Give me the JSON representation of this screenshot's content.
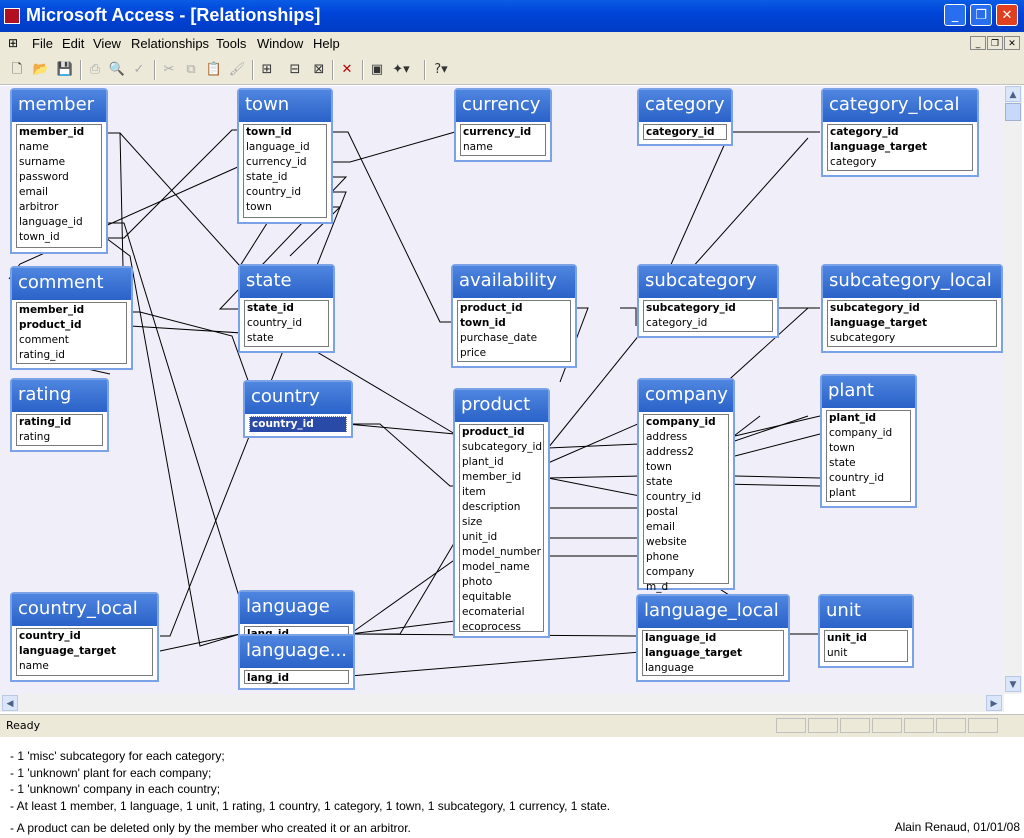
{
  "window": {
    "title": "Microsoft Access - [Relationships]",
    "min_label": "_",
    "max_label": "❐",
    "close_label": "✕"
  },
  "menu": [
    "File",
    "Edit",
    "View",
    "Relationships",
    "Tools",
    "Window",
    "Help"
  ],
  "toolbar": {
    "icons": [
      "new-icon",
      "open-icon",
      "save-icon",
      "print-icon",
      "preview-icon",
      "spelling-icon",
      "cut-icon",
      "copy-icon",
      "paste-icon",
      "format-painter-icon",
      "show-table-icon",
      "direct-relationships-icon",
      "all-relationships-icon",
      "delete-icon",
      "new-object-icon",
      "office-links-icon",
      "help-icon"
    ]
  },
  "status": {
    "text": "Ready"
  },
  "notes": [
    "- 1 'misc' subcategory for each category;",
    "- 1 'unknown' plant for each company;",
    "- 1 'unknown' company in each country;",
    "- At least 1 member, 1 language, 1 unit, 1 rating, 1 country, 1 category, 1 town, 1 subcategory, 1 currency, 1 state.",
    "- A product can be deleted only by the member who created it or an arbitror."
  ],
  "author": "Alain Renaud, 01/01/08",
  "tables": [
    {
      "name": "member",
      "fields": [
        {
          "t": "member_id",
          "k": true
        },
        {
          "t": "name"
        },
        {
          "t": "surname"
        },
        {
          "t": "password"
        },
        {
          "t": "email"
        },
        {
          "t": "arbitror"
        },
        {
          "t": "language_id"
        },
        {
          "t": "town_id"
        }
      ]
    },
    {
      "name": "town",
      "fields": [
        {
          "t": "town_id",
          "k": true
        },
        {
          "t": "language_id"
        },
        {
          "t": "currency_id"
        },
        {
          "t": "state_id"
        },
        {
          "t": "country_id"
        },
        {
          "t": "town"
        }
      ]
    },
    {
      "name": "currency",
      "fields": [
        {
          "t": "currency_id",
          "k": true
        },
        {
          "t": "name"
        }
      ]
    },
    {
      "name": "category",
      "fields": [
        {
          "t": "category_id",
          "k": true
        }
      ]
    },
    {
      "name": "category_local",
      "fields": [
        {
          "t": "category_id",
          "k": true
        },
        {
          "t": "language_target",
          "k": true
        },
        {
          "t": "category"
        }
      ]
    },
    {
      "name": "comment",
      "fields": [
        {
          "t": "member_id",
          "k": true
        },
        {
          "t": "product_id",
          "k": true
        },
        {
          "t": "comment"
        },
        {
          "t": "rating_id"
        }
      ]
    },
    {
      "name": "state",
      "fields": [
        {
          "t": "state_id",
          "k": true
        },
        {
          "t": "country_id"
        },
        {
          "t": "state"
        }
      ]
    },
    {
      "name": "availability",
      "fields": [
        {
          "t": "product_id",
          "k": true
        },
        {
          "t": "town_id",
          "k": true
        },
        {
          "t": "purchase_date"
        },
        {
          "t": "price"
        }
      ]
    },
    {
      "name": "subcategory",
      "fields": [
        {
          "t": "subcategory_id",
          "k": true
        },
        {
          "t": "category_id"
        }
      ]
    },
    {
      "name": "subcategory_local",
      "fields": [
        {
          "t": "subcategory_id",
          "k": true
        },
        {
          "t": "language_target",
          "k": true
        },
        {
          "t": "subcategory"
        }
      ]
    },
    {
      "name": "rating",
      "fields": [
        {
          "t": "rating_id",
          "k": true
        },
        {
          "t": "rating"
        }
      ]
    },
    {
      "name": "country",
      "fields": [
        {
          "t": "country_id",
          "k": true,
          "sel": true
        }
      ]
    },
    {
      "name": "product",
      "fields": [
        {
          "t": "product_id",
          "k": true
        },
        {
          "t": "subcategory_id"
        },
        {
          "t": "plant_id"
        },
        {
          "t": "member_id"
        },
        {
          "t": "item"
        },
        {
          "t": "description"
        },
        {
          "t": "size"
        },
        {
          "t": "unit_id"
        },
        {
          "t": "model_number"
        },
        {
          "t": "model_name"
        },
        {
          "t": "photo"
        },
        {
          "t": "equitable"
        },
        {
          "t": "ecomaterial"
        },
        {
          "t": "ecoprocess"
        }
      ]
    },
    {
      "name": "company",
      "fields": [
        {
          "t": "company_id",
          "k": true
        },
        {
          "t": "address"
        },
        {
          "t": "address2"
        },
        {
          "t": "town"
        },
        {
          "t": "state"
        },
        {
          "t": "country_id"
        },
        {
          "t": "postal"
        },
        {
          "t": "email"
        },
        {
          "t": "website"
        },
        {
          "t": "phone"
        },
        {
          "t": "company"
        },
        {
          "t": "m_d"
        }
      ]
    },
    {
      "name": "plant",
      "fields": [
        {
          "t": "plant_id",
          "k": true
        },
        {
          "t": "company_id"
        },
        {
          "t": "town"
        },
        {
          "t": "state"
        },
        {
          "t": "country_id"
        },
        {
          "t": "plant"
        }
      ]
    },
    {
      "name": "country_local",
      "fields": [
        {
          "t": "country_id",
          "k": true
        },
        {
          "t": "language_target",
          "k": true
        },
        {
          "t": "name"
        }
      ]
    },
    {
      "name": "language",
      "fields": [
        {
          "t": "lang_id",
          "k": true
        }
      ]
    },
    {
      "name": "language...",
      "fields": [
        {
          "t": "lang_id",
          "k": true
        }
      ]
    },
    {
      "name": "language_local",
      "fields": [
        {
          "t": "language_id",
          "k": true
        },
        {
          "t": "language_target",
          "k": true
        },
        {
          "t": "language"
        }
      ]
    },
    {
      "name": "unit",
      "fields": [
        {
          "t": "unit_id",
          "k": true
        },
        {
          "t": "unit"
        }
      ]
    }
  ]
}
